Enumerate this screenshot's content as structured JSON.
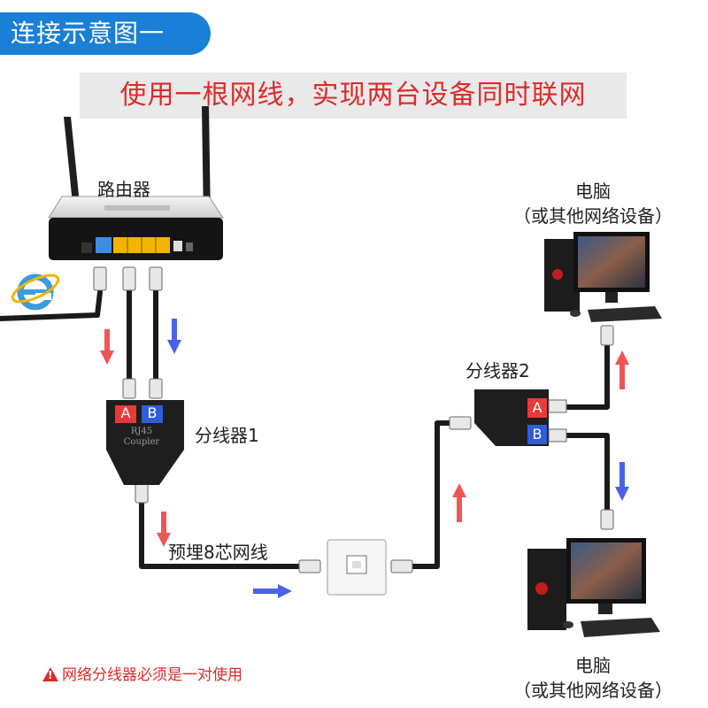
{
  "header": {
    "title": "连接示意图一"
  },
  "banner": {
    "text": "使用一根网线，实现两台设备同时联网"
  },
  "router": {
    "label": "路由器"
  },
  "splitter1": {
    "label": "分线器1",
    "port_a": "A",
    "port_b": "B",
    "body_text_1": "RJ45",
    "body_text_2": "Coupler"
  },
  "splitter2": {
    "label": "分线器2",
    "port_a": "A",
    "port_b": "B"
  },
  "cable": {
    "label": "预埋8芯网线"
  },
  "pc_top": {
    "label_line1": "电脑",
    "label_line2": "（或其他网络设备）"
  },
  "pc_bottom": {
    "label_line1": "电脑",
    "label_line2": "（或其他网络设备）"
  },
  "warning": {
    "text": "网络分线器必须是一对使用"
  },
  "colors": {
    "accent_blue": "#1a7fd6",
    "port_a_red": "#e83a3a",
    "port_b_blue": "#2f5fd8",
    "arrow_red": "#f05555",
    "arrow_blue": "#4a63e6",
    "warning_red": "#e02a2a",
    "cable": "#1a1a1a"
  },
  "icons": [
    "internet-explorer-icon",
    "router-icon",
    "rj45-plug-icon",
    "wall-socket-icon",
    "desktop-computer-icon",
    "warning-icon"
  ]
}
